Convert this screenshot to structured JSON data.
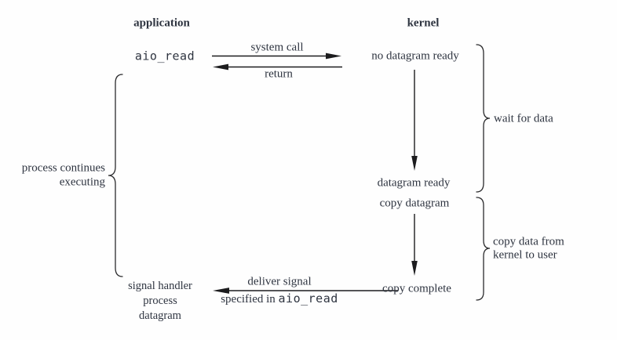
{
  "headers": {
    "application": "application",
    "kernel": "kernel"
  },
  "app_column": {
    "call": "aio_read",
    "process_continues": [
      "process continues",
      "executing"
    ],
    "signal_handler": [
      "signal handler",
      "process",
      "datagram"
    ]
  },
  "kernel_column": {
    "no_datagram_ready": "no datagram ready",
    "datagram_ready": "datagram ready",
    "copy_datagram": "copy datagram",
    "copy_complete": "copy complete"
  },
  "arrows": {
    "system_call": "system call",
    "return_label": "return",
    "deliver_signal": "deliver signal",
    "specified_in": "specified in",
    "specified_code": "aio_read"
  },
  "braces": {
    "wait_for_data": "wait for data",
    "copy_data": [
      "copy data from",
      "kernel to user"
    ]
  },
  "colors": {
    "text": "#2e3440",
    "line": "#1c1c1e",
    "background": "#fefefe"
  }
}
